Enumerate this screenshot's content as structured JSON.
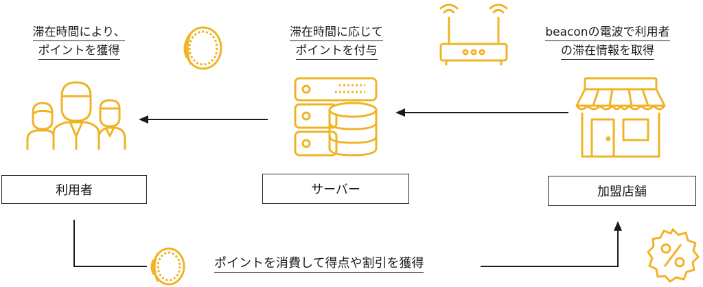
{
  "captions": {
    "user_line1": "滞在時間により、",
    "user_line2": "ポイントを獲得",
    "server_line1": "滞在時間に応じて",
    "server_line2": "ポイントを付与",
    "store_line1": "beaconの電波で利用者",
    "store_line2": "の滞在情報を取得"
  },
  "boxes": {
    "user": "利用者",
    "server": "サーバー",
    "store": "加盟店舗"
  },
  "bottom_caption": "ポイントを消費して得点や割引を獲得",
  "icons": [
    "coin-icon",
    "router-icon",
    "people-icon",
    "server-icon",
    "store-icon",
    "discount-badge-icon"
  ],
  "colors": {
    "accent": "#F0B323",
    "line": "#1a1a1a"
  }
}
